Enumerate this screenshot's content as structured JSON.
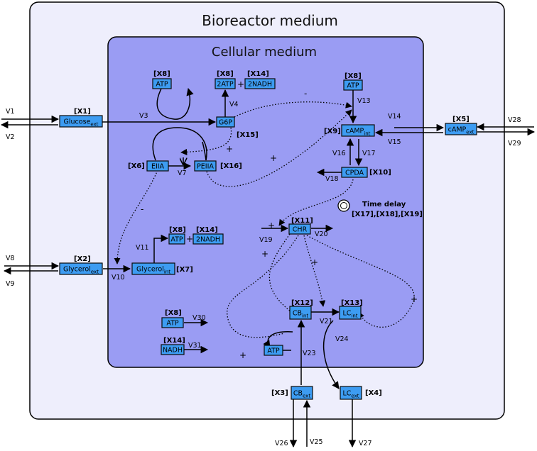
{
  "compartments": {
    "outer_title": "Bioreactor medium",
    "inner_title": "Cellular medium"
  },
  "colors": {
    "outer_fill": "#eeeefc",
    "inner_fill": "#9a9cf3",
    "node_fill": "#3d9cf2"
  },
  "nodes": {
    "glucose_ext": {
      "base": "Glucose",
      "sub": "ext",
      "tag": "[X1]"
    },
    "glycerol_ext": {
      "base": "Glycerol",
      "sub": "ext",
      "tag": "[X2]"
    },
    "glycerol_int": {
      "base": "Glycerol",
      "sub": "int",
      "tag": "[X7]"
    },
    "atp_top": {
      "base": "ATP",
      "sub": "",
      "tag": "[X8]"
    },
    "atp2": {
      "base": "2ATP",
      "sub": "",
      "tag": "[X8]"
    },
    "nadh2": {
      "base": "2NADH",
      "sub": "",
      "tag": "[X14]"
    },
    "g6p": {
      "base": "G6P",
      "sub": "",
      "tag": "[X15]"
    },
    "eiia": {
      "base": "EIIA",
      "sub": "",
      "tag": "[X6]"
    },
    "peiia": {
      "base": "PEIIA",
      "sub": "",
      "tag": "[X16]"
    },
    "atp_camp": {
      "base": "ATP",
      "sub": "",
      "tag": "[X8]"
    },
    "camp_int": {
      "base": "cAMP",
      "sub": "int",
      "tag": "[X9]"
    },
    "camp_ext": {
      "base": "cAMP",
      "sub": "ext",
      "tag": "[X5]"
    },
    "cpda": {
      "base": "CPDA",
      "sub": "",
      "tag": "[X10]"
    },
    "chr": {
      "base": "CHR",
      "sub": "",
      "tag": "[X11]"
    },
    "atp_glyc": {
      "base": "ATP",
      "sub": "",
      "tag": "[X8]"
    },
    "nadh2_glyc": {
      "base": "2NADH",
      "sub": "",
      "tag": "[X14]"
    },
    "atp_v30": {
      "base": "ATP",
      "sub": "",
      "tag": "[X8]"
    },
    "nadh_v31": {
      "base": "NADH",
      "sub": "",
      "tag": "[X14]"
    },
    "cb_int": {
      "base": "CB",
      "sub": "int",
      "tag": "[X12]"
    },
    "lc_int": {
      "base": "LC",
      "sub": "int",
      "tag": "[X13]"
    },
    "atp_cb": {
      "base": "ATP",
      "sub": "",
      "tag": ""
    },
    "cb_ext": {
      "base": "CB",
      "sub": "ext",
      "tag": "[X3]"
    },
    "lc_ext": {
      "base": "LC",
      "sub": "ext",
      "tag": "[X4]"
    }
  },
  "plus_sign": "+",
  "flows": {
    "v1": "V1",
    "v2": "V2",
    "v3": "V3",
    "v4": "V4",
    "v7": "V7",
    "v8": "V8",
    "v9": "V9",
    "v10": "V10",
    "v11": "V11",
    "v13": "V13",
    "v14": "V14",
    "v15": "V15",
    "v16": "V16",
    "v17": "V17",
    "v18": "V18",
    "v19": "V19",
    "v20": "V20",
    "v21": "V21",
    "v23": "V23",
    "v24": "V24",
    "v25": "V25",
    "v26": "V26",
    "v27": "V27",
    "v28": "V28",
    "v29": "V29",
    "v30": "V30",
    "v31": "V31"
  },
  "signs": {
    "minus_camp": "-",
    "plus_v15": "+",
    "plus_g6p": "+",
    "minus_eiia": "-",
    "plus_chr_left": "+",
    "plus_chr_l2": "+",
    "plus_chr_right": "+",
    "plus_chr_bottom": "+",
    "plus_v19": "+",
    "plus_right_loop": "+"
  },
  "time_delay": {
    "label": "Time delay",
    "vars": "[X17],[X18],[X19]"
  }
}
